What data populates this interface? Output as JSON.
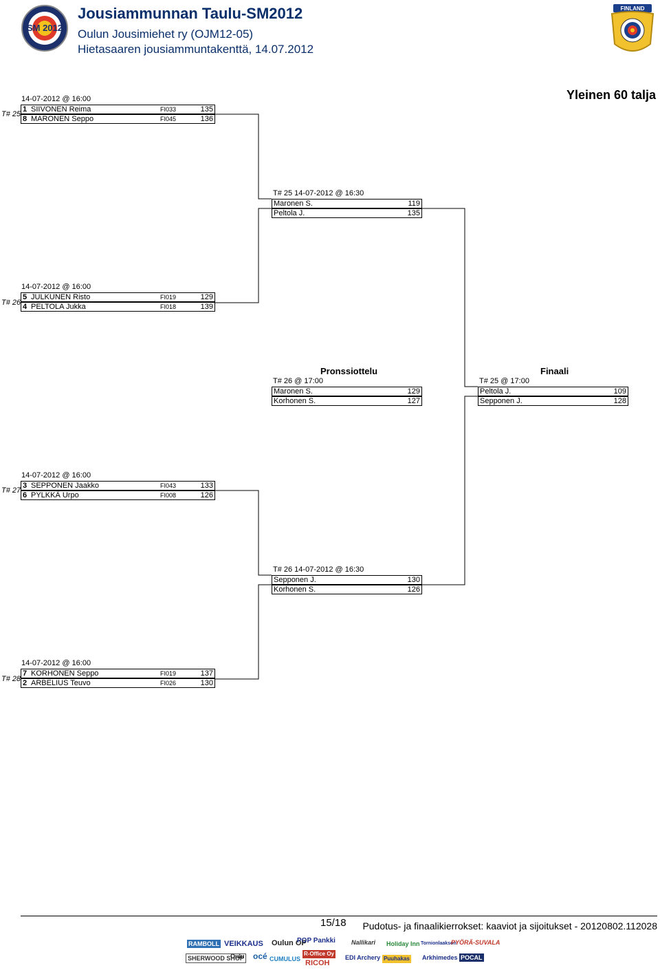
{
  "header": {
    "title": "Jousiammunnan Taulu-SM2012",
    "organizer": "Oulun Jousimiehet ry (OJM12-05)",
    "venue": "Hietasaaren jousiammuntakenttä, 14.07.2012",
    "left_logo_text": "SM 2012",
    "right_logo_text": "FINLAND"
  },
  "category": "Yleinen 60 talja",
  "first_round": [
    {
      "label": "T# 25",
      "date": "14-07-2012 @ 16:00",
      "rows": [
        {
          "seed": "1",
          "name": "SIIVONEN Reima",
          "club": "FI033",
          "score": "135"
        },
        {
          "seed": "8",
          "name": "MARONEN Seppo",
          "club": "FI045",
          "score": "136"
        }
      ]
    },
    {
      "label": "T# 26",
      "date": "14-07-2012 @ 16:00",
      "rows": [
        {
          "seed": "5",
          "name": "JULKUNEN Risto",
          "club": "FI019",
          "score": "129"
        },
        {
          "seed": "4",
          "name": "PELTOLA Jukka",
          "club": "FI018",
          "score": "139"
        }
      ]
    },
    {
      "label": "T# 27",
      "date": "14-07-2012 @ 16:00",
      "rows": [
        {
          "seed": "3",
          "name": "SEPPONEN Jaakko",
          "club": "FI043",
          "score": "133"
        },
        {
          "seed": "6",
          "name": "PYLKKÄ Urpo",
          "club": "FI008",
          "score": "126"
        }
      ]
    },
    {
      "label": "T# 28",
      "date": "14-07-2012 @ 16:00",
      "rows": [
        {
          "seed": "7",
          "name": "KORHONEN Seppo",
          "club": "FI019",
          "score": "137"
        },
        {
          "seed": "2",
          "name": "ARBELIUS Teuvo",
          "club": "FI026",
          "score": "130"
        }
      ]
    }
  ],
  "semifinals": [
    {
      "header": "T# 25 14-07-2012 @ 16:30",
      "rows": [
        {
          "name": "Maronen S.",
          "score": "119"
        },
        {
          "name": "Peltola J.",
          "score": "135"
        }
      ]
    },
    {
      "header": "T# 26 14-07-2012 @ 16:30",
      "rows": [
        {
          "name": "Sepponen J.",
          "score": "130"
        },
        {
          "name": "Korhonen S.",
          "score": "126"
        }
      ]
    }
  ],
  "bronze": {
    "title": "Pronssiottelu",
    "header": "T# 26 @ 17:00",
    "rows": [
      {
        "name": "Maronen S.",
        "score": "129"
      },
      {
        "name": "Korhonen S.",
        "score": "127"
      }
    ]
  },
  "final": {
    "title": "Finaali",
    "header": "T# 25 @ 17:00",
    "rows": [
      {
        "name": "Peltola J.",
        "score": "109"
      },
      {
        "name": "Sepponen J.",
        "score": "128"
      }
    ]
  },
  "footer": {
    "page": "15/18",
    "text": "Pudotus- ja finaalikierrokset: kaaviot ja sijoitukset - 20120802.112028"
  },
  "sponsors": {
    "row1": [
      "RAMBOLL",
      "VEIKKAUS",
      "Oulun OP",
      "POP Pankki",
      "Nallikari",
      "Holiday Inn",
      "Tornionlaakson",
      "PYÖRÄ-SUVALA"
    ],
    "row2": [
      "SHERWOOD SHOP",
      "Oulu",
      "océ",
      "CUMULUS",
      "R-Office Oy",
      "RICOH",
      "EDI Archery",
      "Puuhakas",
      "Arkhimedes",
      "POCAL"
    ]
  },
  "colors": {
    "title": "#0a2f6b"
  }
}
